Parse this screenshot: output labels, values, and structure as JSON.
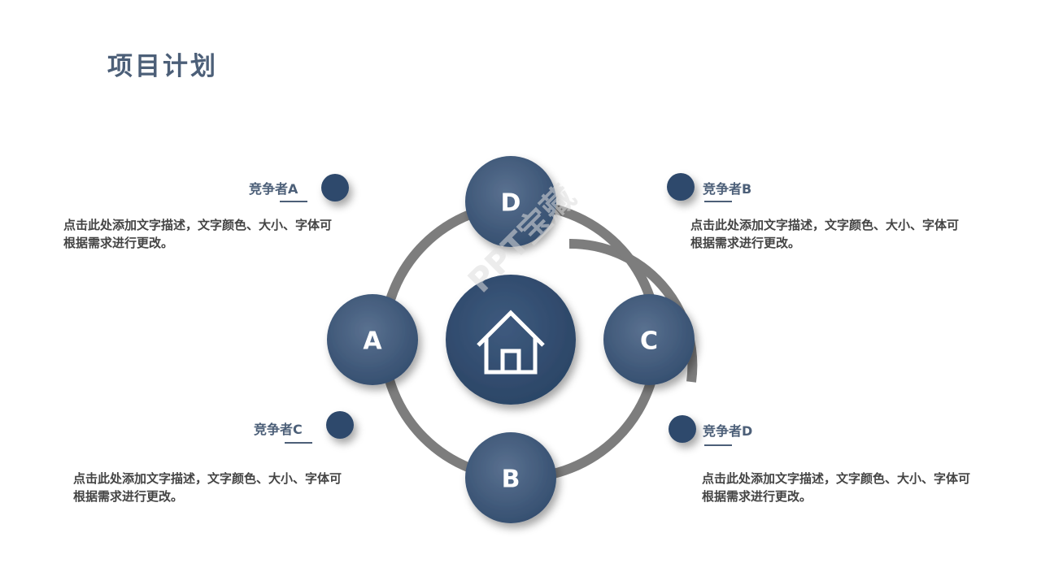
{
  "title": "项目计划",
  "watermark": "PPT宝藏",
  "colors": {
    "node": "#3f5877",
    "node_dark": "#2f4a6c",
    "ring": "#7d7d7d",
    "text": "#4c5f78"
  },
  "nodes": [
    {
      "letter": "D"
    },
    {
      "letter": "A"
    },
    {
      "letter": "C"
    },
    {
      "letter": "B"
    }
  ],
  "center_icon": "house-icon",
  "competitors": [
    {
      "label": "竞争者A",
      "desc": "点击此处添加文字描述，文字颜色、大小、字体可根据需求进行更改。"
    },
    {
      "label": "竞争者B",
      "desc": "点击此处添加文字描述，文字颜色、大小、字体可根据需求进行更改。"
    },
    {
      "label": "竞争者C",
      "desc": "点击此处添加文字描述，文字颜色、大小、字体可根据需求进行更改。"
    },
    {
      "label": "竞争者D",
      "desc": "点击此处添加文字描述，文字颜色、大小、字体可根据需求进行更改。"
    }
  ]
}
